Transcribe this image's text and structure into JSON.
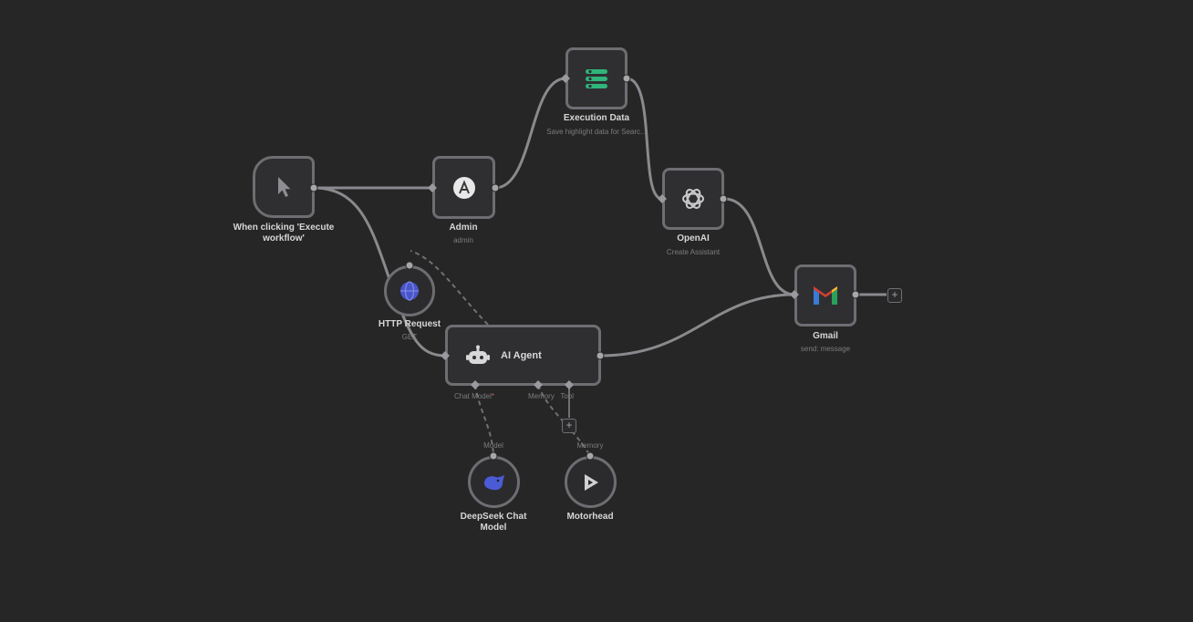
{
  "nodes": {
    "trigger": {
      "label": "When clicking 'Execute workflow'",
      "icon": "cursor-icon"
    },
    "admin": {
      "label": "Admin",
      "subtitle": "admin",
      "icon": "admin-icon"
    },
    "execution_data": {
      "label": "Execution Data",
      "subtitle": "Save highlight data for Searc...",
      "icon": "execution-data-icon",
      "icon_color": "#2fb57a"
    },
    "openai": {
      "label": "OpenAI",
      "subtitle": "Create Assistant",
      "icon": "openai-icon"
    },
    "gmail": {
      "label": "Gmail",
      "subtitle": "send: message",
      "icon": "gmail-icon"
    },
    "http_request": {
      "label": "HTTP Request",
      "subtitle": "GET",
      "icon": "globe-icon",
      "icon_color": "#4a55c8"
    },
    "ai_agent": {
      "label": "AI Agent",
      "icon": "robot-icon",
      "port_chat_model": "Chat Model",
      "port_chat_model_required": "*",
      "port_memory_tool": "Memory   Tool"
    },
    "deepseek": {
      "label": "DeepSeek Chat Model",
      "handle_label": "Model",
      "icon": "deepseek-icon",
      "icon_color": "#4b5bd6"
    },
    "motorhead": {
      "label": "Motorhead",
      "handle_label": "Memory",
      "icon": "motorhead-icon"
    }
  },
  "add_buttons": {
    "symbol": "+"
  },
  "colors": {
    "canvas": "#262626",
    "wire": "#8a8a8e",
    "node_border": "#6e6e72"
  }
}
